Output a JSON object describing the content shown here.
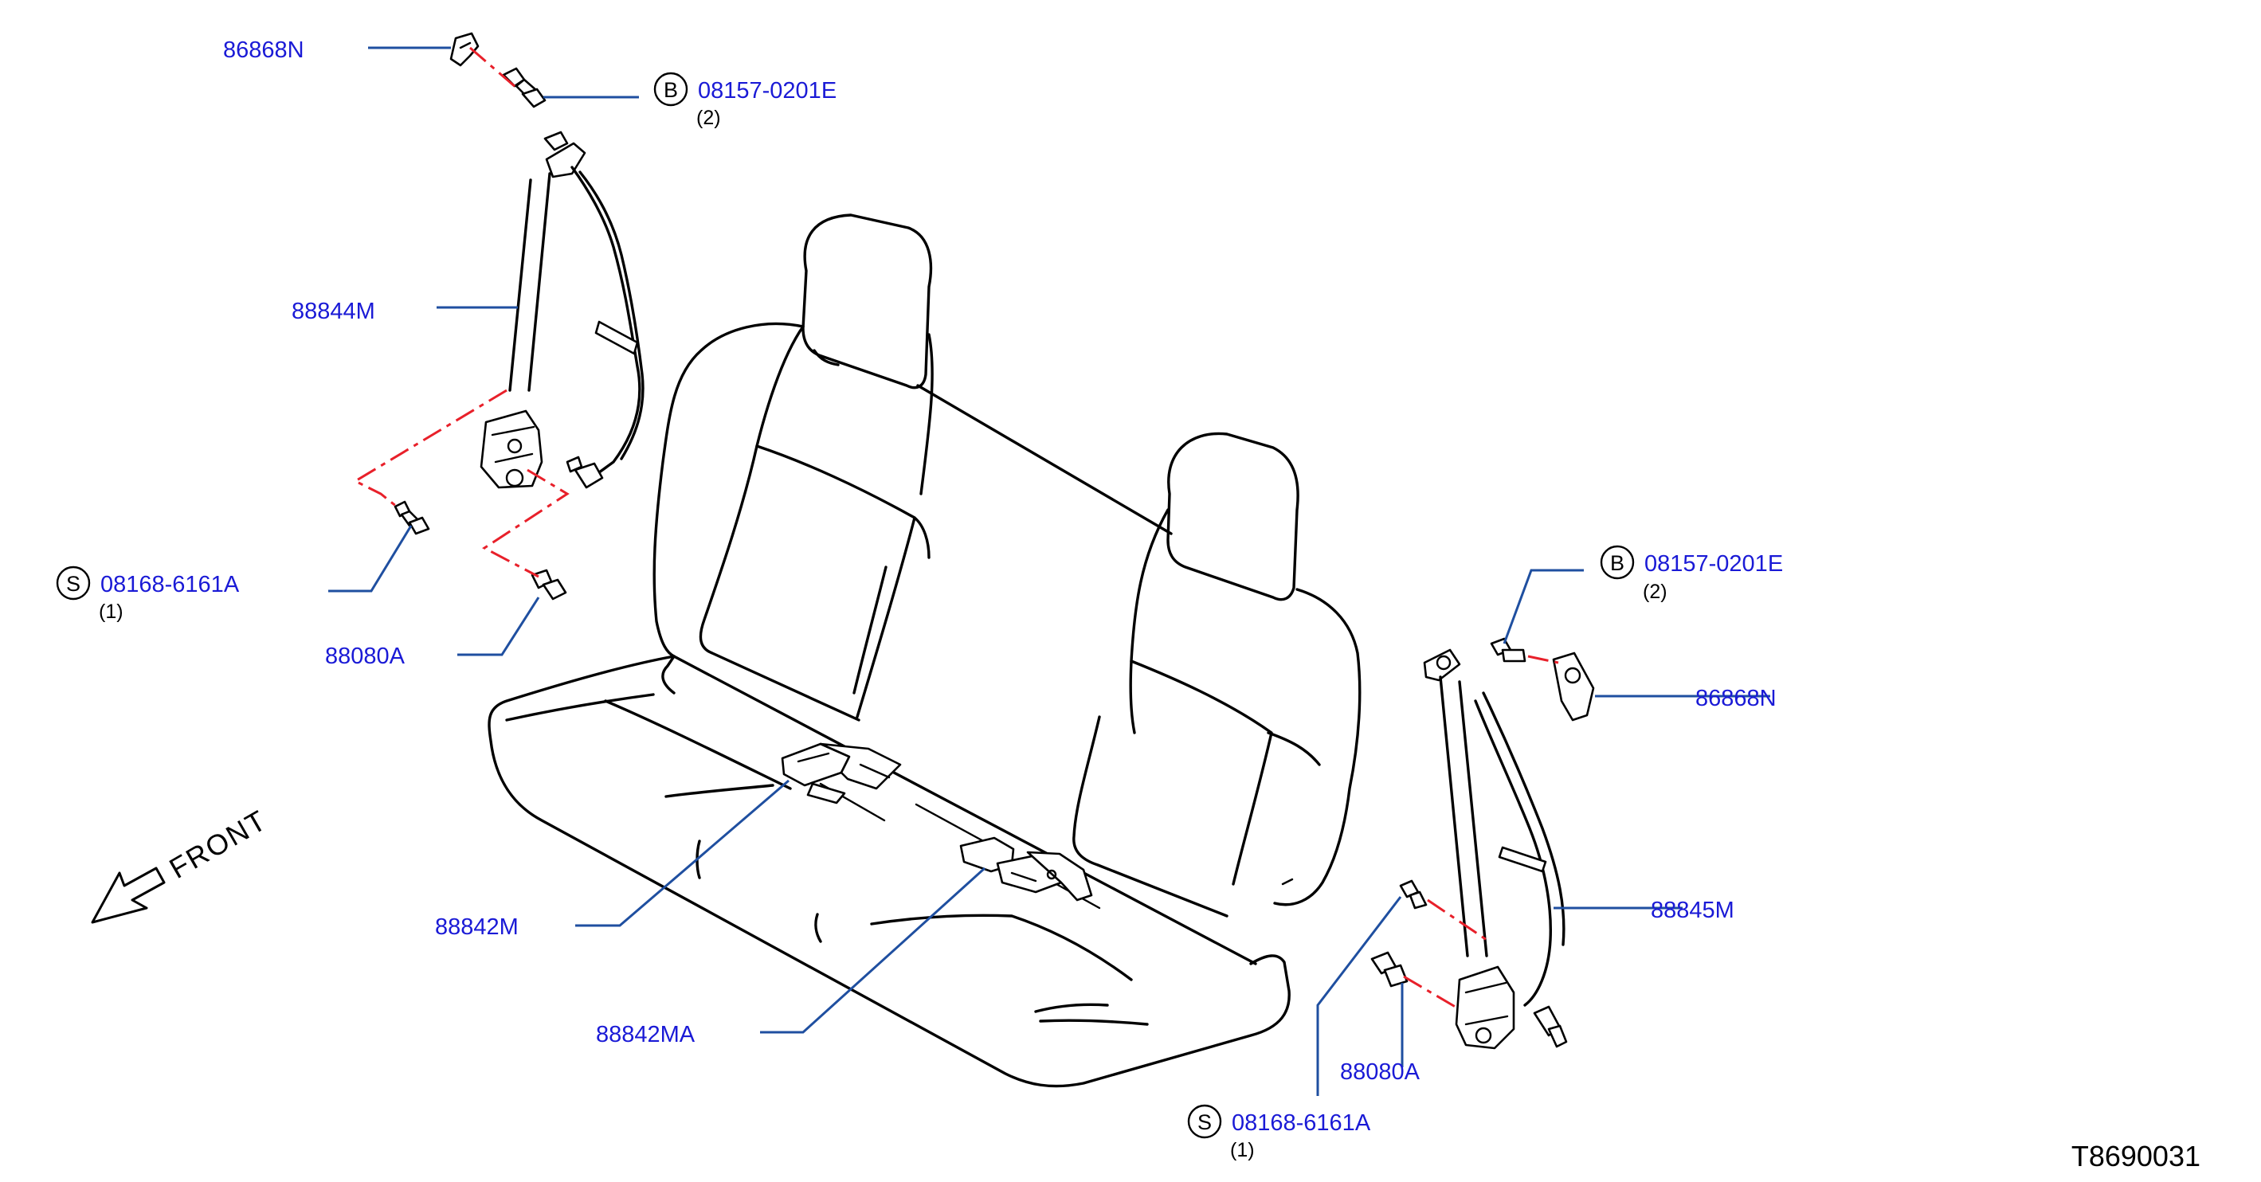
{
  "labels": {
    "p86868n_top": "86868N",
    "p08157_top": "08157-0201E",
    "p08157_top_qty": "(2)",
    "p88844m": "88844M",
    "p08168_left": "08168-6161A",
    "p08168_left_qty": "(1)",
    "p88080a_left": "88080A",
    "p08157_right": "08157-0201E",
    "p08157_right_qty": "(2)",
    "p86868n_right": "86868N",
    "p88845m": "88845M",
    "p88842m": "88842M",
    "p88842ma": "88842MA",
    "p88080a_right": "88080A",
    "p08168_right": "08168-6161A",
    "p08168_right_qty": "(1)"
  },
  "codes": {
    "bolt_code": "B",
    "screw_code": "S"
  },
  "front_label": "FRONT",
  "diagram_id": "T8690031",
  "colors": {
    "label_text": "#1a1ad6",
    "leader_line": "#1f4fa0",
    "phantom_line": "#e8202a",
    "drawing": "#000000"
  }
}
